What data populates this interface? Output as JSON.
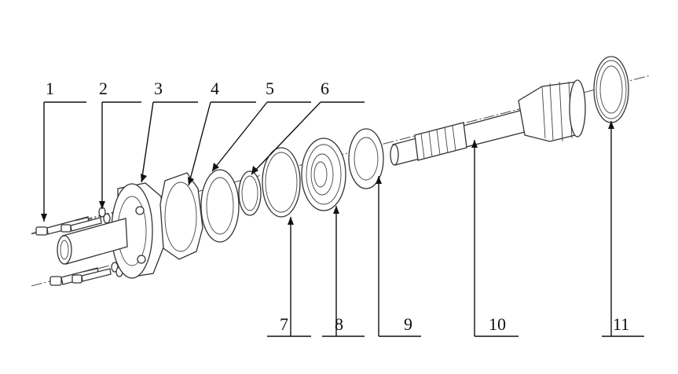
{
  "diagram": {
    "labels_top": [
      "1",
      "2",
      "3",
      "4",
      "5",
      "6"
    ],
    "labels_bottom": [
      "7",
      "8",
      "9",
      "10",
      "11"
    ]
  },
  "colors": {
    "line": "#111111",
    "background": "#ffffff"
  }
}
